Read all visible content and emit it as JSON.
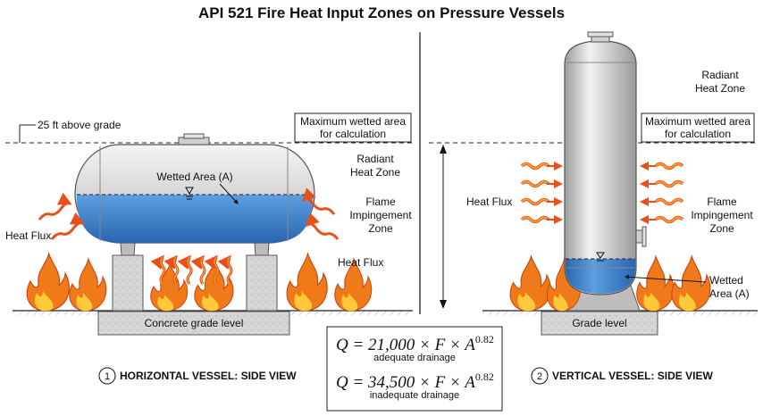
{
  "title": "API 521 Fire Heat Input Zones on Pressure Vessels",
  "horizontal": {
    "grade_height_label": "25 ft above grade",
    "max_wetted_label_1": "Maximum wetted area",
    "max_wetted_label_2": "for calculation",
    "radiant_1": "Radiant",
    "radiant_2": "Heat Zone",
    "wetted_area_label": "Wetted Area (A)",
    "flame_1": "Flame",
    "flame_2": "Impingement",
    "flame_3": "Zone",
    "heat_flux_left": "Heat Flux",
    "heat_flux_right": "Heat Flux",
    "ground_label": "Concrete grade level",
    "view_number": "1",
    "view_label": "HORIZONTAL VESSEL: SIDE VIEW"
  },
  "vertical": {
    "radiant_1": "Radiant",
    "radiant_2": "Heat Zone",
    "max_wetted_label_1": "Maximum wetted area",
    "max_wetted_label_2": "for calculation",
    "heat_flux": "Heat Flux",
    "flame_1": "Flame",
    "flame_2": "Impingement",
    "flame_3": "Zone",
    "wetted_1": "Wetted",
    "wetted_2": "Area (A)",
    "ground_label": "Grade level",
    "view_number": "2",
    "view_label": "VERTICAL VESSEL: SIDE VIEW"
  },
  "formulas": {
    "q1": "Q = 21,000 × F × A",
    "q1_exponent": "0.82",
    "q1_note": "adequate drainage",
    "q2": "Q = 34,500 × F × A",
    "q2_exponent": "0.82",
    "q2_note": "inadequate drainage"
  },
  "colors": {
    "liquid": "#3a7ec9",
    "vessel_steel": "#d9d9d9",
    "flame_outer": "#f07a1a",
    "flame_inner": "#ffc93a",
    "heat_arrow": "#e8501a",
    "concrete": "#d4d4d4"
  }
}
